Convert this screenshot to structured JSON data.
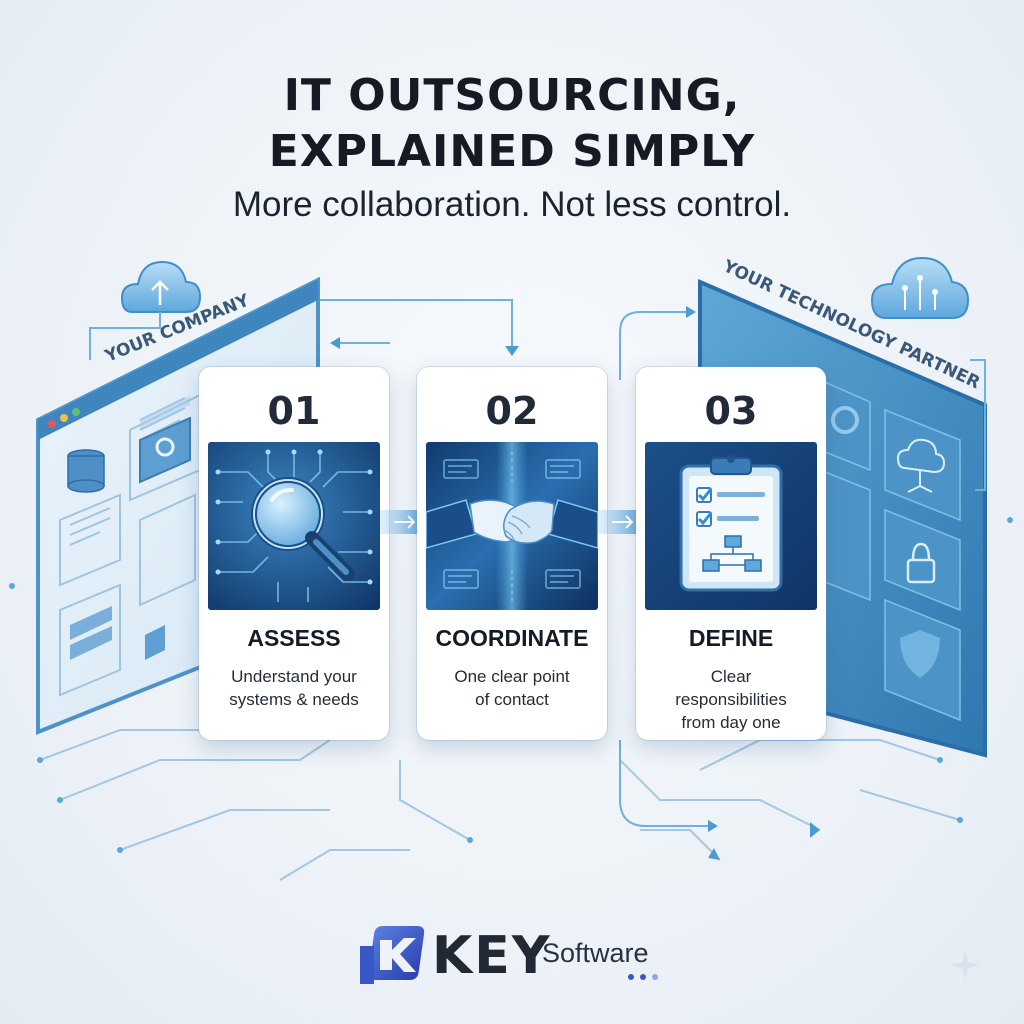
{
  "header": {
    "title_line1": "IT OUTSOURCING,",
    "title_line2": "EXPLAINED SIMPLY",
    "subtitle": "More collaboration. Not less control."
  },
  "left_panel": {
    "label": "YOUR COMPANY"
  },
  "right_panel": {
    "label": "YOUR TECHNOLOGY PARTNER"
  },
  "steps": [
    {
      "number": "01",
      "title": "ASSESS",
      "desc": [
        "Understand your",
        "systems & needs"
      ],
      "icon": "magnifier-circuit-icon"
    },
    {
      "number": "02",
      "title": "COORDINATE",
      "desc": [
        "One clear point",
        "of contact"
      ],
      "icon": "handshake-icon"
    },
    {
      "number": "03",
      "title": "DEFINE",
      "desc": [
        "Clear",
        "responsibilities",
        "from day one"
      ],
      "icon": "clipboard-checklist-icon"
    }
  ],
  "brand": {
    "name": "KEY",
    "suffix": "Software"
  },
  "colors": {
    "accent": "#3a8fd0",
    "dark_blue": "#1d4f86",
    "text": "#151a24"
  }
}
